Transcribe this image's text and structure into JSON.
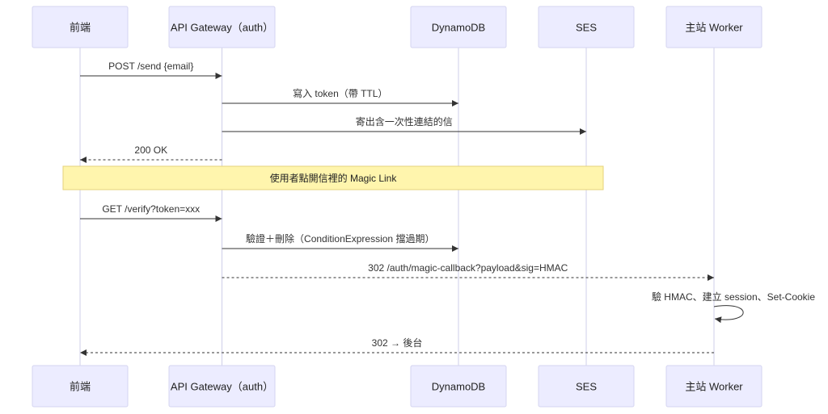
{
  "actors": [
    {
      "id": "frontend",
      "label": "前端"
    },
    {
      "id": "gateway",
      "label": "API Gateway（auth）"
    },
    {
      "id": "dynamodb",
      "label": "DynamoDB"
    },
    {
      "id": "ses",
      "label": "SES"
    },
    {
      "id": "worker",
      "label": "主站 Worker"
    }
  ],
  "steps": [
    {
      "kind": "message",
      "from": "frontend",
      "to": "gateway",
      "style": "solid",
      "label": "POST /send {email}"
    },
    {
      "kind": "message",
      "from": "gateway",
      "to": "dynamodb",
      "style": "solid",
      "label": "寫入 token（帶 TTL）"
    },
    {
      "kind": "message",
      "from": "gateway",
      "to": "ses",
      "style": "solid",
      "label": "寄出含一次性連結的信"
    },
    {
      "kind": "message",
      "from": "gateway",
      "to": "frontend",
      "style": "dashed",
      "label": "200 OK"
    },
    {
      "kind": "note",
      "from": "frontend",
      "to": "ses",
      "label": "使用者點開信裡的 Magic Link"
    },
    {
      "kind": "message",
      "from": "frontend",
      "to": "gateway",
      "style": "solid",
      "label": "GET /verify?token=xxx"
    },
    {
      "kind": "message",
      "from": "gateway",
      "to": "dynamodb",
      "style": "solid",
      "label": "驗證＋刪除（ConditionExpression 擋過期）"
    },
    {
      "kind": "message",
      "from": "gateway",
      "to": "worker",
      "style": "dashed",
      "label": "302 /auth/magic-callback?payload&sig=HMAC"
    },
    {
      "kind": "self",
      "from": "worker",
      "to": "worker",
      "style": "solid",
      "label": "驗 HMAC、建立 session、Set-Cookie"
    },
    {
      "kind": "message",
      "from": "worker",
      "to": "frontend",
      "style": "dashed",
      "label": "302 → 後台"
    }
  ]
}
